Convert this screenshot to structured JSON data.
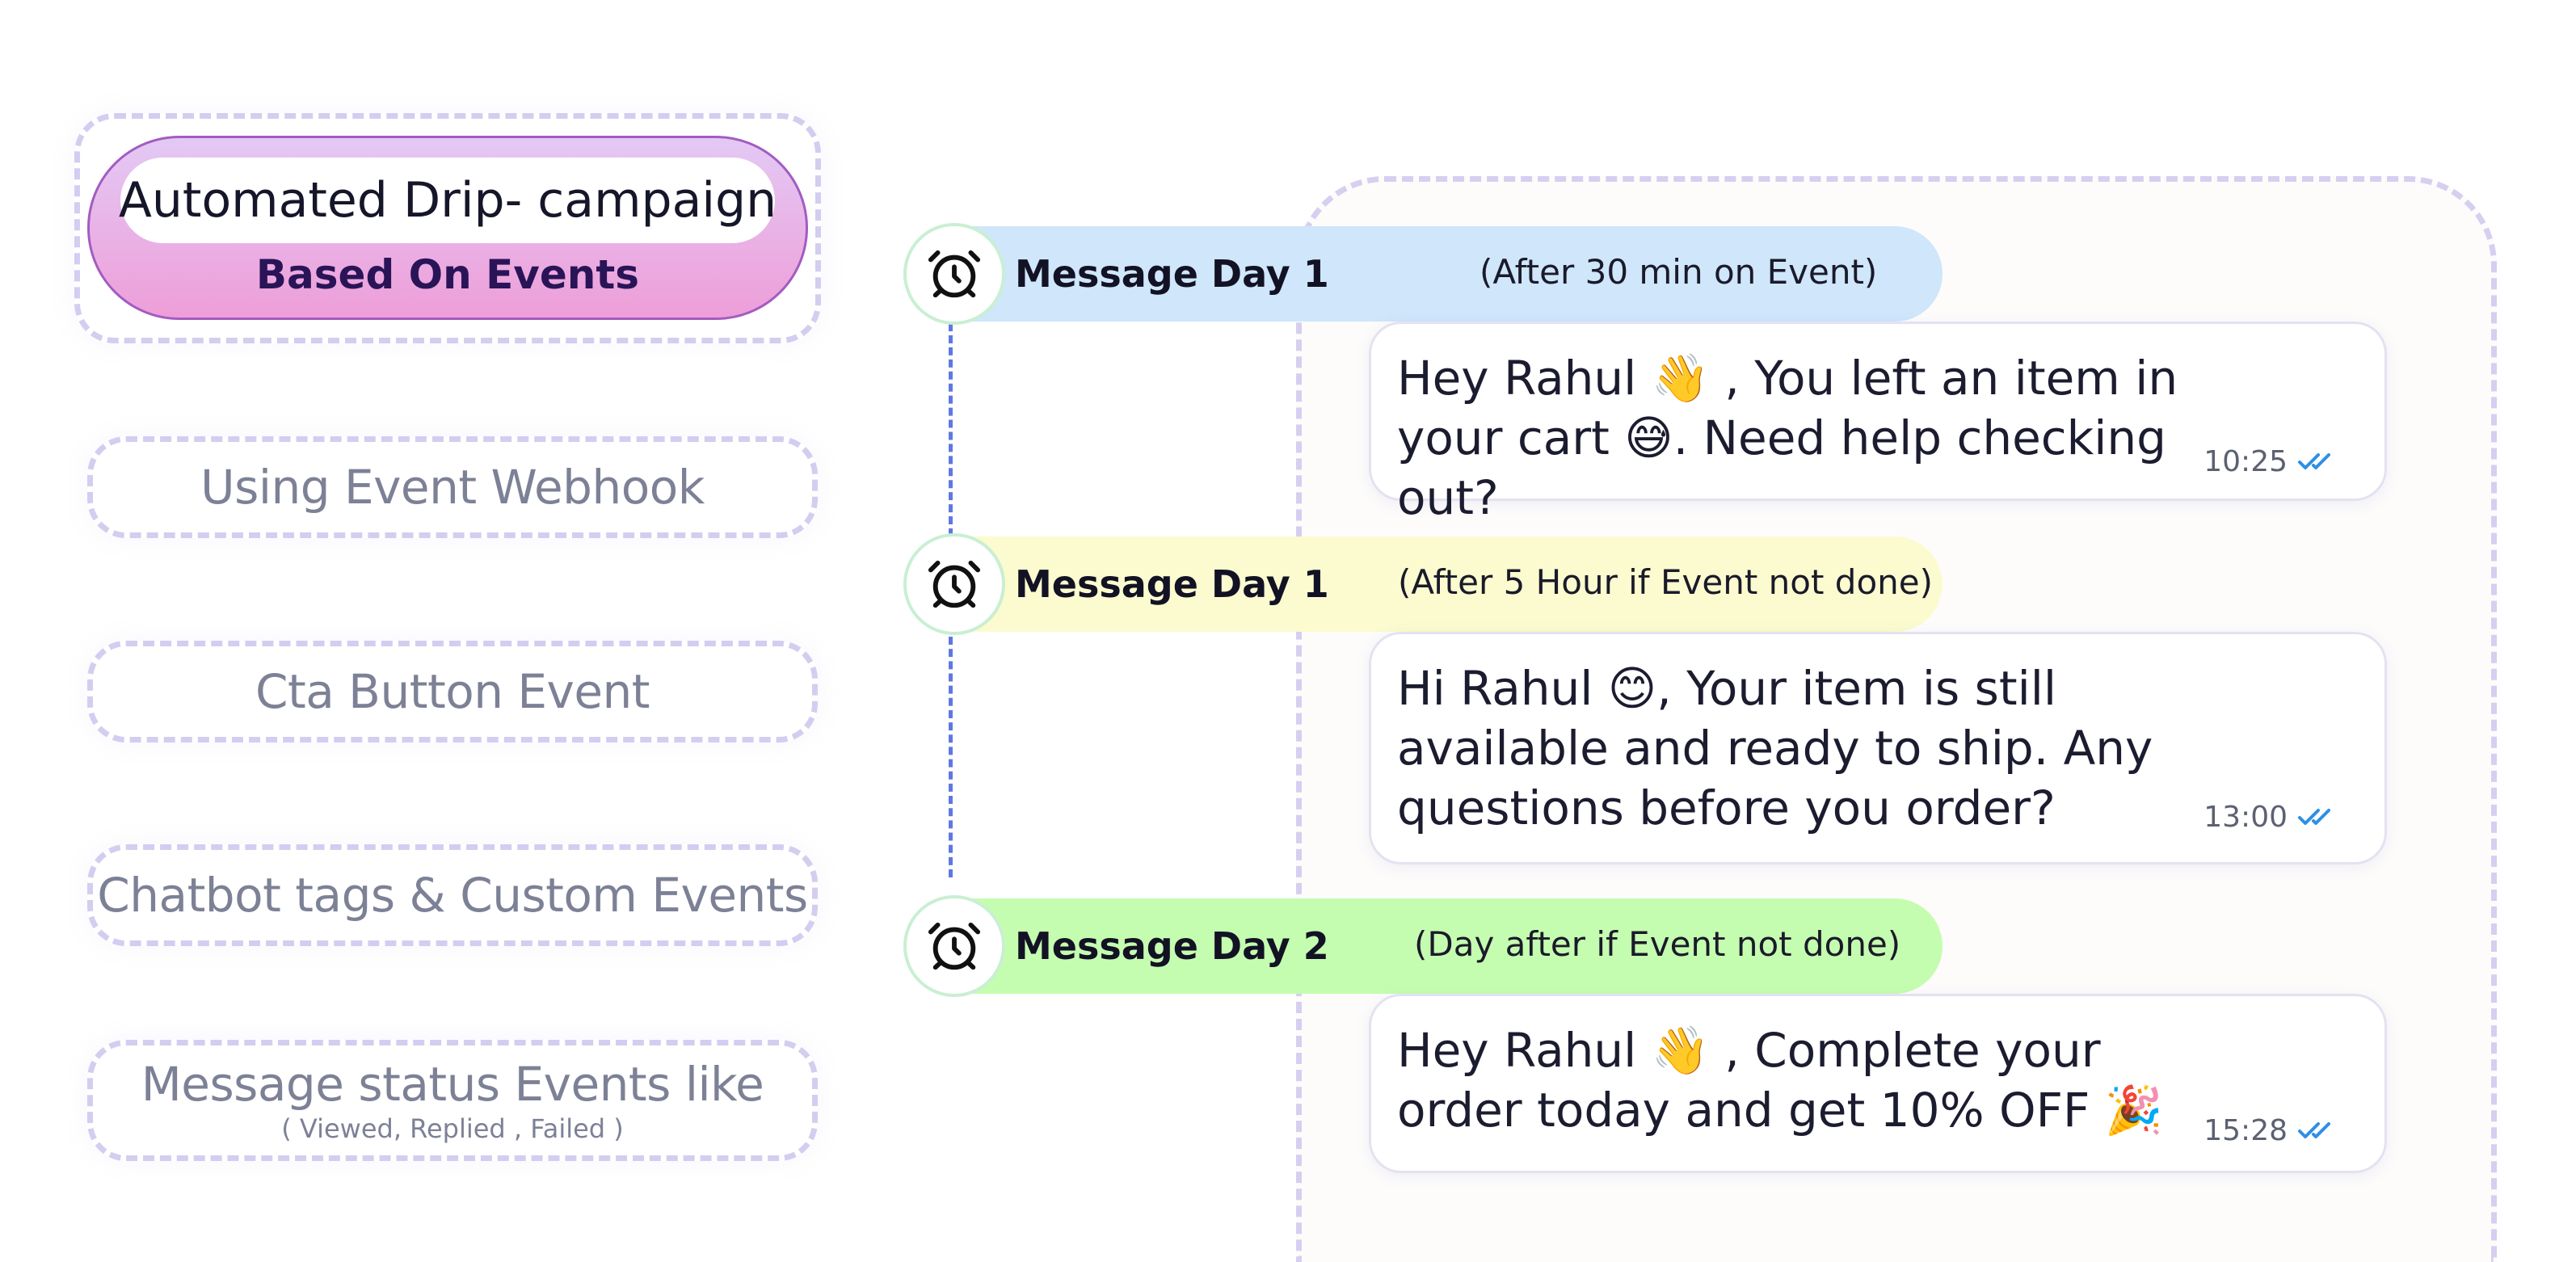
{
  "campaign": {
    "title": "Automated Drip- campaign",
    "subtitle": "Based On Events"
  },
  "event_sources": [
    {
      "label": "Using Event Webhook"
    },
    {
      "label": "Cta Button Event"
    },
    {
      "label": "Chatbot tags & Custom Events"
    },
    {
      "label": "Message status Events like",
      "sub": "( Viewed, Replied , Failed )"
    }
  ],
  "messages": [
    {
      "title": "Message Day 1",
      "note": "(After 30 min on Event)",
      "header_color": "#cfe6fb",
      "text": "Hey Rahul 👋 , You left an item in your cart 😅. Need help checking out?",
      "time": "10:25"
    },
    {
      "title": "Message Day 1",
      "note": "(After 5 Hour if Event not done)",
      "header_color": "#fbfbcf",
      "text": "Hi Rahul 😊, Your item is still available and ready to ship. Any questions before you order?",
      "time": "13:00"
    },
    {
      "title": "Message Day 2",
      "note": "(Day after if Event not done)",
      "header_color": "#c5fdb0",
      "text": "Hey Rahul 👋 , Complete your order today and get 10% OFF 🎉",
      "time": "15:28"
    }
  ],
  "icons": {
    "clock": "alarm-clock-icon",
    "read_receipt": "double-check-icon"
  },
  "colors": {
    "tick_blue": "#2f8fe6",
    "timeline_blue": "#5f78e3",
    "dash_lavender": "#d4cdf0"
  }
}
